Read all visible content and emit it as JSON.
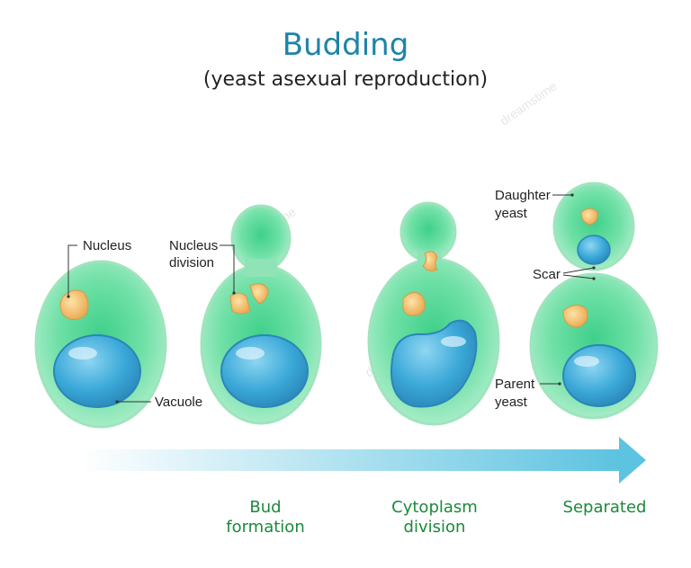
{
  "title": "Budding",
  "subtitle": "(yeast asexual reproduction)",
  "labels": {
    "nucleus": "Nucleus",
    "nucleus_division_1": "Nucleus",
    "nucleus_division_2": "division",
    "vacuole": "Vacuole",
    "daughter_1": "Daughter",
    "daughter_2": "yeast",
    "scar": "Scar",
    "parent_1": "Parent",
    "parent_2": "yeast"
  },
  "stages": {
    "bud_1": "Bud",
    "bud_2": "formation",
    "cyto_1": "Cytoplasm",
    "cyto_2": "division",
    "separated": "Separated"
  },
  "colors": {
    "cell_outer": "#a8e9c4",
    "cell_inner": "#5fdc9a",
    "nucleus": "#f0c070",
    "vacuole": "#3aa8d8",
    "title": "#1d84a8",
    "stage_text": "#1a8a3a",
    "arrow": "#5cc3e0"
  },
  "watermark": "dreamstime"
}
